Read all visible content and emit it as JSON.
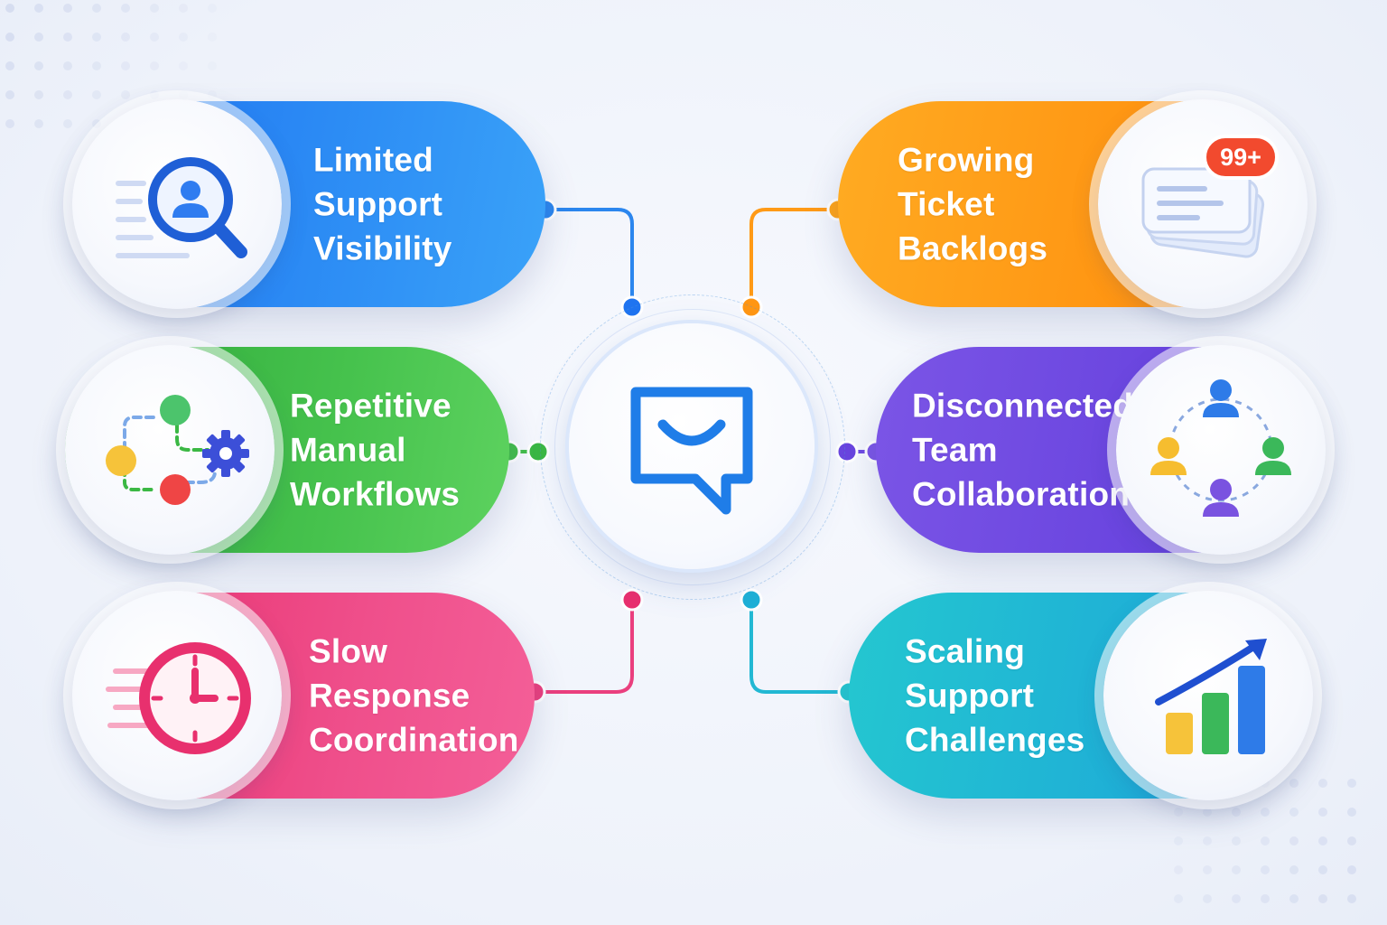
{
  "hub": {
    "icon": "chat-bubble-smile-icon",
    "color": "#1f7de8"
  },
  "cards": [
    {
      "id": "limited-support-visibility",
      "lines": [
        "Limited",
        "Support",
        "Visibility"
      ],
      "icon": "search-user-icon",
      "color": "#1f74f0"
    },
    {
      "id": "repetitive-manual-workflows",
      "lines": [
        "Repetitive",
        "Manual",
        "Workflows"
      ],
      "icon": "workflow-gear-icon",
      "color": "#3bb844"
    },
    {
      "id": "slow-response-coordination",
      "lines": [
        "Slow",
        "Response",
        "Coordination"
      ],
      "icon": "clock-icon",
      "color": "#e8306e"
    },
    {
      "id": "growing-ticket-backlogs",
      "lines": [
        "Growing",
        "Ticket",
        "Backlogs"
      ],
      "icon": "tickets-stack-icon",
      "badge": "99+",
      "color": "#ff9613"
    },
    {
      "id": "disconnected-team-collaboration",
      "lines": [
        "Disconnected",
        "Team",
        "Collaboration"
      ],
      "icon": "team-network-icon",
      "color": "#6a45df"
    },
    {
      "id": "scaling-support-challenges",
      "lines": [
        "Scaling",
        "Support",
        "Challenges"
      ],
      "icon": "growth-chart-icon",
      "color": "#1fb0d6"
    }
  ]
}
